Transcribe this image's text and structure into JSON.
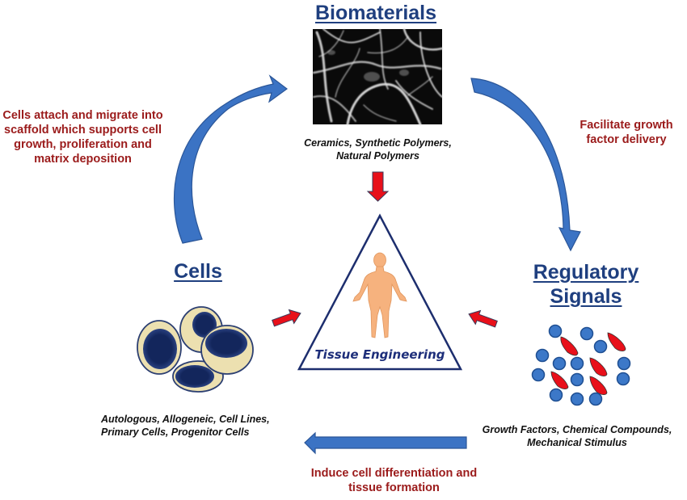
{
  "title": "Tissue Engineering Triad",
  "center": {
    "label": "Tissue Engineering",
    "icon": "human-figure-icon"
  },
  "nodes": {
    "biomaterials": {
      "heading": "Biomaterials",
      "image": "scaffold-micrograph",
      "examples": [
        "Ceramics, Synthetic Polymers,",
        "Natural Polymers"
      ]
    },
    "cells": {
      "heading": "Cells",
      "image": "cells-illustration",
      "examples": [
        "Autologous, Allogeneic, Cell Lines,",
        "Primary Cells, Progenitor Cells"
      ]
    },
    "signals": {
      "heading_line1": "Regulatory",
      "heading_line2": "Signals",
      "image": "signal-molecules-illustration",
      "examples": [
        "Growth Factors, Chemical Compounds,",
        "Mechanical Stimulus"
      ]
    }
  },
  "relations": {
    "cells_to_biomaterials": [
      "Cells attach and migrate into",
      "scaffold which supports cell",
      "growth, proliferation  and",
      "matrix deposition"
    ],
    "biomaterials_to_signals": [
      "Facilitate growth",
      "factor delivery"
    ],
    "signals_to_cells": [
      "Induce cell differentiation  and",
      "tissue formation"
    ]
  },
  "colors": {
    "heading": "#1f3f7f",
    "relation_text": "#9b1b1b",
    "blue_arrow": "#3b73c4",
    "red_arrow": "#e8101a",
    "triangle": "#1d2e6e",
    "human": "#f6b27e",
    "cell_cytoplasm": "#ece0b0",
    "cell_nucleus": "#13265c",
    "molecule": "#3c78c8"
  }
}
